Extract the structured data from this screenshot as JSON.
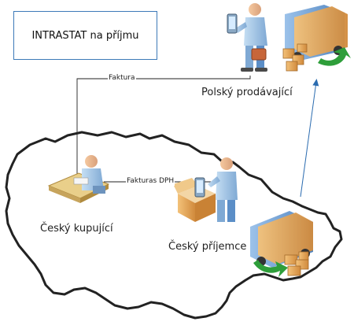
{
  "title": "INTRASTAT na příjmu",
  "actors": {
    "seller": "Polský  prodávající",
    "buyer": "Český kupující",
    "receiver": "Český příjemce"
  },
  "flows": {
    "invoice": "Faktura",
    "vat_invoice": "Fakturas DPH"
  },
  "colors": {
    "box_border": "#3d7ab8",
    "arrow": "#2b6cb0",
    "map_outline": "#222222",
    "green_arrow": "#2e9e3a",
    "truck_blue": "#5b8ec7",
    "cargo_orange": "#e9a04a"
  },
  "icons": [
    "person-with-tablet-icon",
    "truck-icon",
    "boxes-icon",
    "desk-worker-icon",
    "open-box-icon"
  ]
}
